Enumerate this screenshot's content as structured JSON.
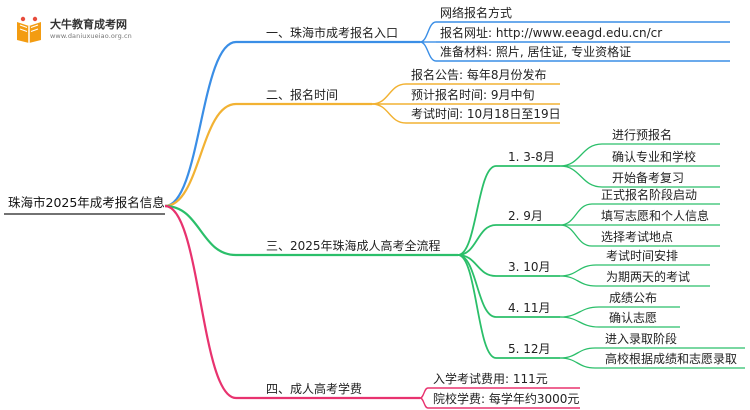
{
  "logo": {
    "title": "大牛教育成考网",
    "url": "www.daniuxueiao.org.cn"
  },
  "root": {
    "label": "珠海市2025年成考报名信息"
  },
  "branches": [
    {
      "label": "一、珠海市成考报名入口",
      "color": "#3a8ee6",
      "children": [
        {
          "label": "网络报名方式"
        },
        {
          "label": "报名网址: http://www.eeagd.edu.cn/cr"
        },
        {
          "label": "准备材料: 照片, 居住证, 专业资格证"
        }
      ]
    },
    {
      "label": "二、报名时间",
      "color": "#f2b233",
      "children": [
        {
          "label": "报名公告: 每年8月份发布"
        },
        {
          "label": "预计报名时间: 9月中旬"
        },
        {
          "label": "考试时间: 10月18日至19日"
        }
      ]
    },
    {
      "label": "三、2025年珠海成人高考全流程",
      "color": "#2bbf6a",
      "children": [
        {
          "label": "1. 3-8月",
          "children": [
            {
              "label": "进行预报名"
            },
            {
              "label": "确认专业和学校"
            },
            {
              "label": "开始备考复习"
            }
          ]
        },
        {
          "label": "2. 9月",
          "children": [
            {
              "label": "正式报名阶段启动"
            },
            {
              "label": "填写志愿和个人信息"
            },
            {
              "label": "选择考试地点"
            }
          ]
        },
        {
          "label": "3. 10月",
          "children": [
            {
              "label": "考试时间安排"
            },
            {
              "label": "为期两天的考试"
            }
          ]
        },
        {
          "label": "4. 11月",
          "children": [
            {
              "label": "成绩公布"
            },
            {
              "label": "确认志愿"
            }
          ]
        },
        {
          "label": "5. 12月",
          "children": [
            {
              "label": "进入录取阶段"
            },
            {
              "label": "高校根据成绩和志愿录取"
            }
          ]
        }
      ]
    },
    {
      "label": "四、成人高考学费",
      "color": "#e8336f",
      "children": [
        {
          "label": "入学考试费用: 111元"
        },
        {
          "label": "院校学费: 每学年约3000元"
        }
      ]
    }
  ]
}
